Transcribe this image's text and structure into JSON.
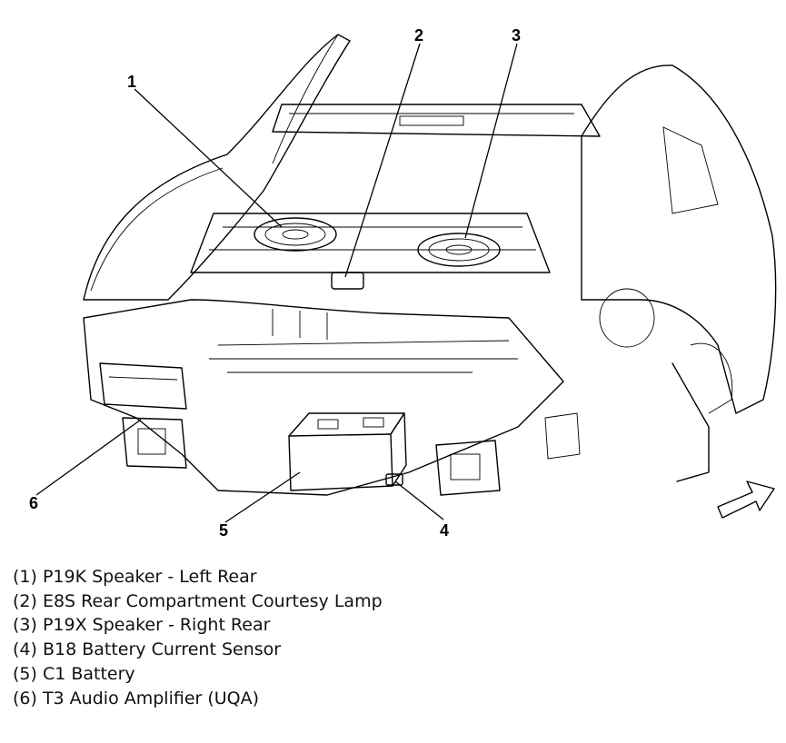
{
  "callouts": [
    "1",
    "2",
    "3",
    "4",
    "5",
    "6"
  ],
  "legend": [
    "(1) P19K Speaker - Left Rear",
    "(2) E8S Rear Compartment Courtesy Lamp",
    "(3) P19X Speaker - Right Rear",
    "(4) B18 Battery Current Sensor",
    "(5) C1 Battery",
    "(6) T3 Audio Amplifier (UQA)"
  ]
}
